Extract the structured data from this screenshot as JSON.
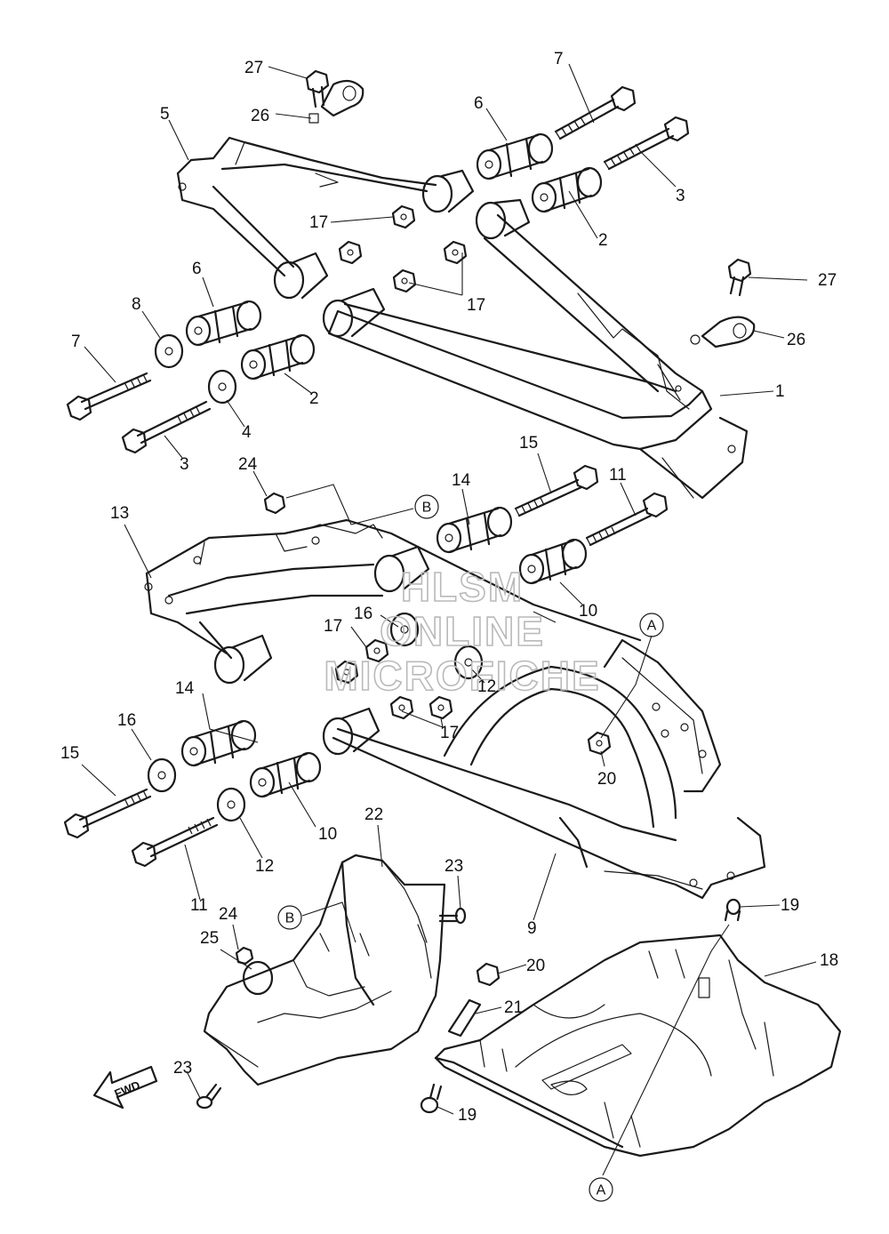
{
  "diagram": {
    "callouts": [
      {
        "label": "1"
      },
      {
        "label": "2"
      },
      {
        "label": "2"
      },
      {
        "label": "3"
      },
      {
        "label": "3"
      },
      {
        "label": "4"
      },
      {
        "label": "5"
      },
      {
        "label": "6"
      },
      {
        "label": "6"
      },
      {
        "label": "7"
      },
      {
        "label": "7"
      },
      {
        "label": "8"
      },
      {
        "label": "9"
      },
      {
        "label": "10"
      },
      {
        "label": "10"
      },
      {
        "label": "11"
      },
      {
        "label": "11"
      },
      {
        "label": "12"
      },
      {
        "label": "12"
      },
      {
        "label": "13"
      },
      {
        "label": "14"
      },
      {
        "label": "14"
      },
      {
        "label": "15"
      },
      {
        "label": "15"
      },
      {
        "label": "16"
      },
      {
        "label": "16"
      },
      {
        "label": "17"
      },
      {
        "label": "17"
      },
      {
        "label": "17"
      },
      {
        "label": "17"
      },
      {
        "label": "18"
      },
      {
        "label": "19"
      },
      {
        "label": "19"
      },
      {
        "label": "20"
      },
      {
        "label": "20"
      },
      {
        "label": "21"
      },
      {
        "label": "22"
      },
      {
        "label": "23"
      },
      {
        "label": "23"
      },
      {
        "label": "24"
      },
      {
        "label": "24"
      },
      {
        "label": "25"
      },
      {
        "label": "26"
      },
      {
        "label": "26"
      },
      {
        "label": "27"
      },
      {
        "label": "27"
      }
    ],
    "reference_markers": [
      {
        "label": "A"
      },
      {
        "label": "A"
      },
      {
        "label": "B"
      },
      {
        "label": "B"
      }
    ],
    "direction_arrow": {
      "label": "FWD"
    },
    "watermark": {
      "line1": "HLSM",
      "line2": "ONLINE",
      "line3": "MICROFICHE"
    }
  }
}
